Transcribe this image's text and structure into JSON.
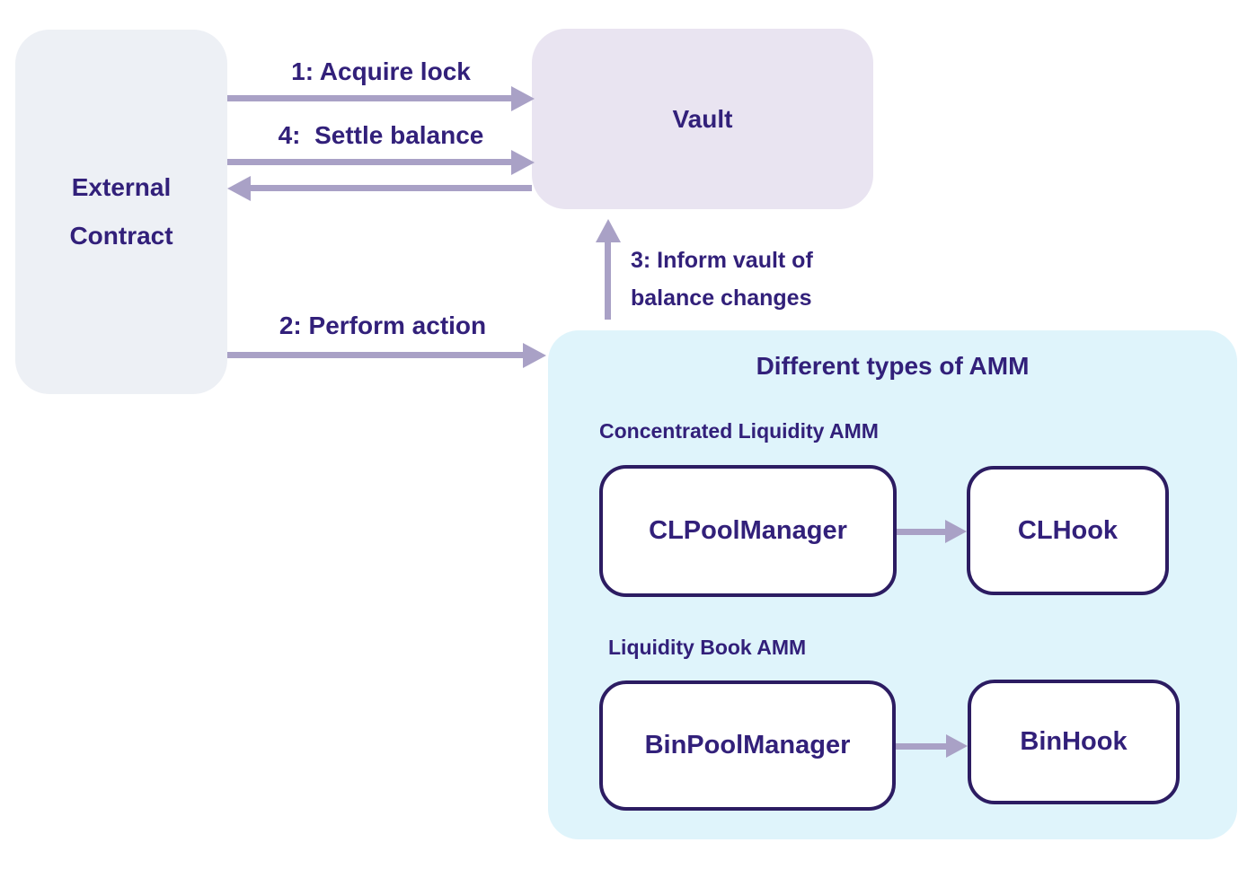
{
  "colors": {
    "background": "#ffffff",
    "text": "#32207a",
    "arrow": "#a9a1c6",
    "node_border": "#2c1c62",
    "external_contract_fill": "#edf0f5",
    "vault_fill": "#e9e4f1",
    "amm_group_fill": "#dff4fb",
    "inner_node_fill": "#ffffff"
  },
  "nodes": {
    "external_contract": {
      "label": "External\nContract"
    },
    "vault": {
      "label": "Vault"
    },
    "amm_group": {
      "title": "Different types of AMM",
      "sections": [
        {
          "label": "Concentrated Liquidity AMM",
          "nodes": [
            "CLPoolManager",
            "CLHook"
          ]
        },
        {
          "label": "Liquidity Book AMM",
          "nodes": [
            "BinPoolManager",
            "BinHook"
          ]
        }
      ]
    }
  },
  "edges": {
    "acquire_lock": {
      "label": "1: Acquire lock",
      "from": "External Contract",
      "to": "Vault",
      "direction": "right"
    },
    "settle_balance": {
      "label": "4:  Settle balance",
      "from": "External Contract",
      "to": "Vault",
      "direction": "right"
    },
    "vault_return": {
      "label": "",
      "from": "Vault",
      "to": "External Contract",
      "direction": "left"
    },
    "perform_action": {
      "label": "2: Perform action",
      "from": "External Contract",
      "to": "Different types of AMM",
      "direction": "right"
    },
    "inform_vault": {
      "label": "3: Inform vault of\nbalance changes",
      "from": "Different types of AMM",
      "to": "Vault",
      "direction": "up"
    },
    "cl_pool_to_hook": {
      "label": "",
      "from": "CLPoolManager",
      "to": "CLHook",
      "direction": "right"
    },
    "bin_pool_to_hook": {
      "label": "",
      "from": "BinPoolManager",
      "to": "BinHook",
      "direction": "right"
    }
  }
}
